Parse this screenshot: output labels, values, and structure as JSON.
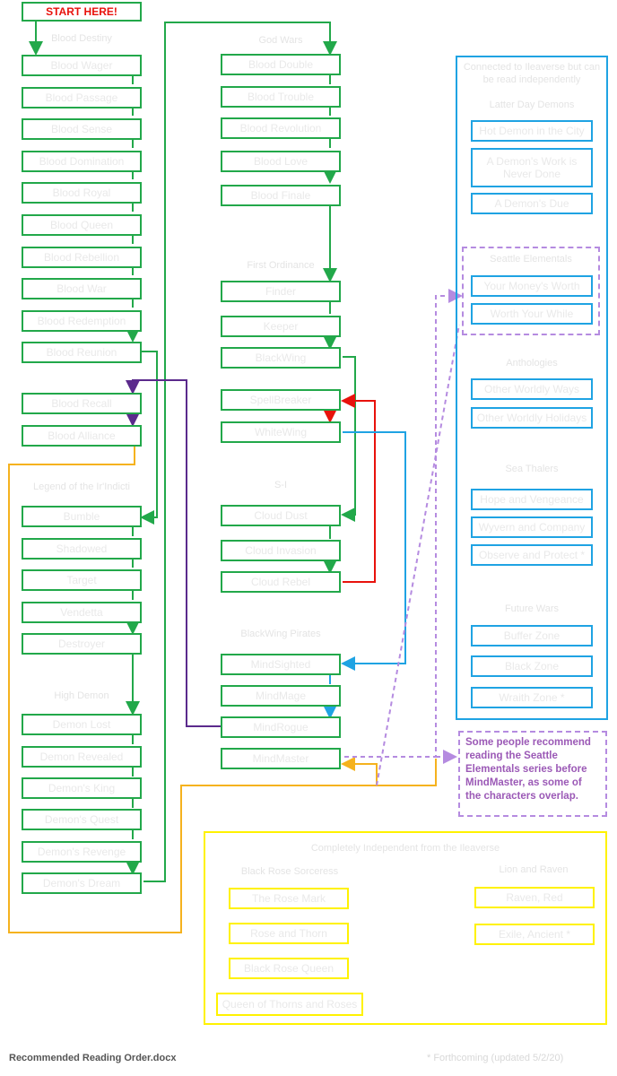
{
  "start": "START HERE!",
  "sections": {
    "blood_destiny": "Blood Destiny",
    "legend": "Legend of the Ir'Indicti",
    "high_demon": "High Demon",
    "god_wars": "God Wars",
    "first_ordinance": "First Ordinance",
    "s_ix": "S-I",
    "blackwing_pirates": "BlackWing Pirates"
  },
  "blood_destiny_books": [
    "Blood Wager",
    "Blood Passage",
    "Blood Sense",
    "Blood Domination",
    "Blood Royal",
    "Blood Queen",
    "Blood Rebellion",
    "Blood War",
    "Blood Redemption",
    "Blood Reunion"
  ],
  "blood_alliance_books": [
    "Blood Recall",
    "Blood Alliance"
  ],
  "legend_books": [
    "Bumble",
    "Shadowed",
    "Target",
    "Vendetta",
    "Destroyer"
  ],
  "high_demon_books": [
    "Demon Lost",
    "Demon Revealed",
    "Demon's King",
    "Demon's Quest",
    "Demon's Revenge",
    "Demon's Dream"
  ],
  "god_wars_books": [
    "Blood Double",
    "Blood Trouble",
    "Blood Revolution",
    "Blood Love",
    "Blood Finale"
  ],
  "first_ordinance_books": [
    "Finder",
    "Keeper",
    "BlackWing"
  ],
  "wing_books": [
    "SpellBreaker",
    "WhiteWing"
  ],
  "s_ix_books": [
    "Cloud Dust",
    "Cloud Invasion",
    "Cloud Rebel"
  ],
  "pirates_books": [
    "MindSighted",
    "MindMage",
    "MindRogue",
    "MindMaster"
  ],
  "connected_panel": {
    "title": "Connected to Ileaverse but can be read independently",
    "latter_day_header": "Latter Day Demons",
    "latter_day": [
      "Hot Demon in the City",
      "A Demon's Work is Never Done",
      "A Demon's Due"
    ],
    "seattle_header": "Seattle Elementals",
    "seattle": [
      "Your Money's Worth",
      "Worth Your While"
    ],
    "anthologies_header": "Anthologies",
    "anthologies": [
      "Other Worldly Ways",
      "Other Worldly Holidays"
    ],
    "sea_header": "Sea Thalers",
    "sea": [
      "Hope and Vengeance",
      "Wyvern and Company",
      "Observe and Protect *"
    ],
    "future_header": "Future Wars",
    "future": [
      "Buffer Zone",
      "Black Zone",
      "Wraith Zone *"
    ]
  },
  "note": "Some people recommend reading the Seattle Elementals series before MindMaster, as some of the characters overlap.",
  "independent_panel": {
    "title": "Completely Independent from the Ileaverse",
    "black_rose_header": "Black Rose Sorceress",
    "black_rose": [
      "The Rose Mark",
      "Rose and Thorn",
      "Black Rose Queen",
      "Queen of Thorns and Roses"
    ],
    "lion_header": "Lion and Raven",
    "lion": [
      "Raven, Red",
      "Exile, Ancient *"
    ]
  },
  "footer_left": "Recommended Reading Order.docx",
  "footer_right": "* Forthcoming (updated 5/2/20)",
  "colors": {
    "main_flow": "#22a84a",
    "blackwing_flow": "#1fa3e3",
    "crossover_flow": "#5b2a8c",
    "cloud_flow": "#e8120c",
    "blood_to_legend_flow": "#f5b21e",
    "seattle_flow": "#b58be0",
    "independent_panel": "#fff200",
    "start_text": "#e8120c",
    "note_text": "#9b59b6"
  }
}
